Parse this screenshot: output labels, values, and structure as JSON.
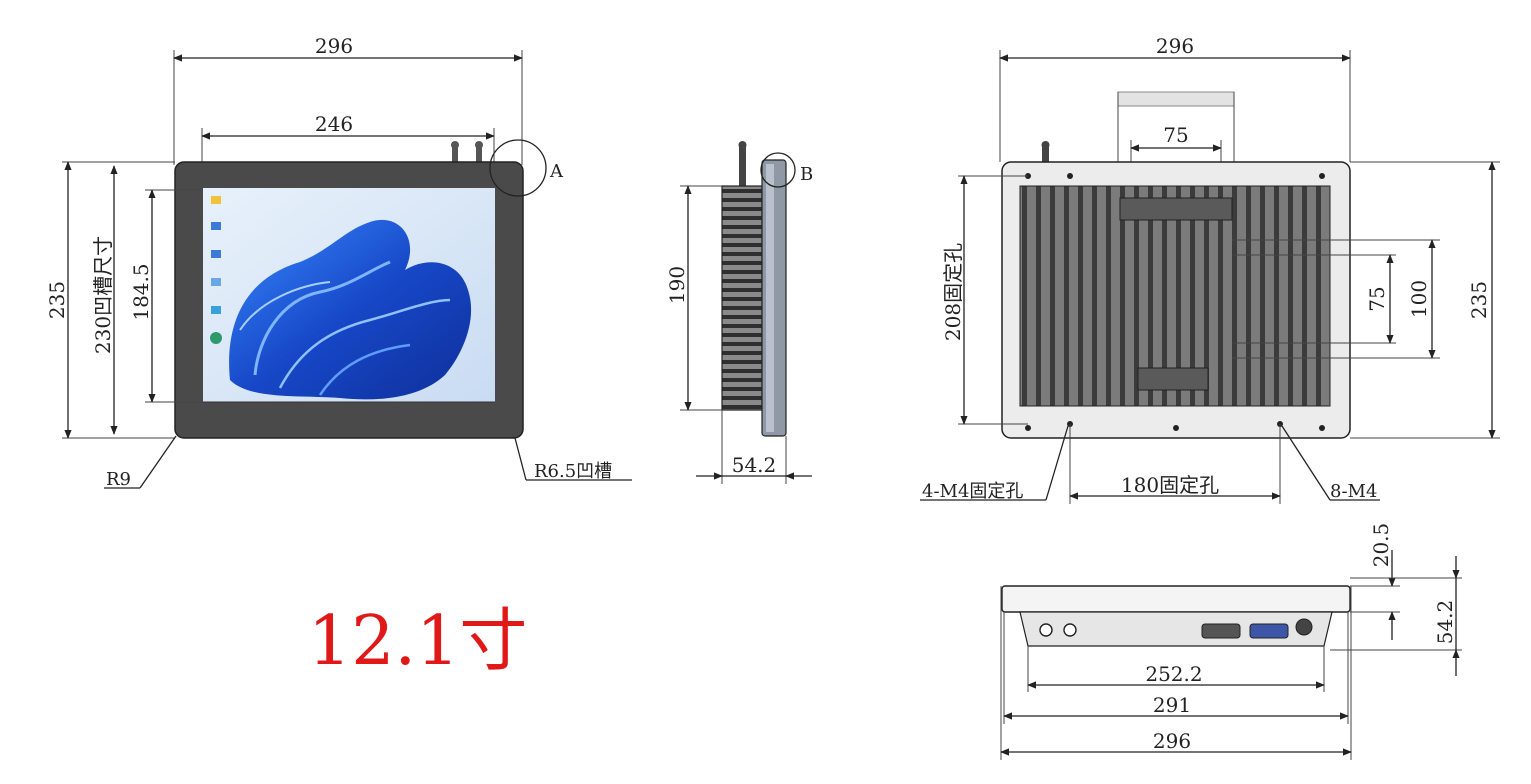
{
  "title": "12.1寸",
  "front_view": {
    "width_outer": "296",
    "width_screen": "246",
    "height_outer": "235",
    "cutout_height": "230凹槽尺寸",
    "height_screen": "184.5",
    "corner_radius": "R9",
    "groove_radius": "R6.5凹槽",
    "detail_a": "A"
  },
  "side_view": {
    "height": "190",
    "depth": "54.2",
    "detail_b": "B"
  },
  "rear_view": {
    "width_outer": "296",
    "vesa_width": "75",
    "height_mount": "208固定孔",
    "vesa_75": "75",
    "vesa_100": "100",
    "height_outer": "235",
    "mount_holes_left": "4-M4固定孔",
    "mount_span": "180固定孔",
    "mount_holes_right": "8-M4"
  },
  "bottom_view": {
    "bezel": "20.5",
    "depth": "54.2",
    "body_width": "252.2",
    "panel_width": "291",
    "outer_width": "296"
  },
  "colors": {
    "line": "#222222",
    "title": "#e01818",
    "bezel": "#4a4a4a",
    "screen_blue": "#1f5fd6"
  }
}
